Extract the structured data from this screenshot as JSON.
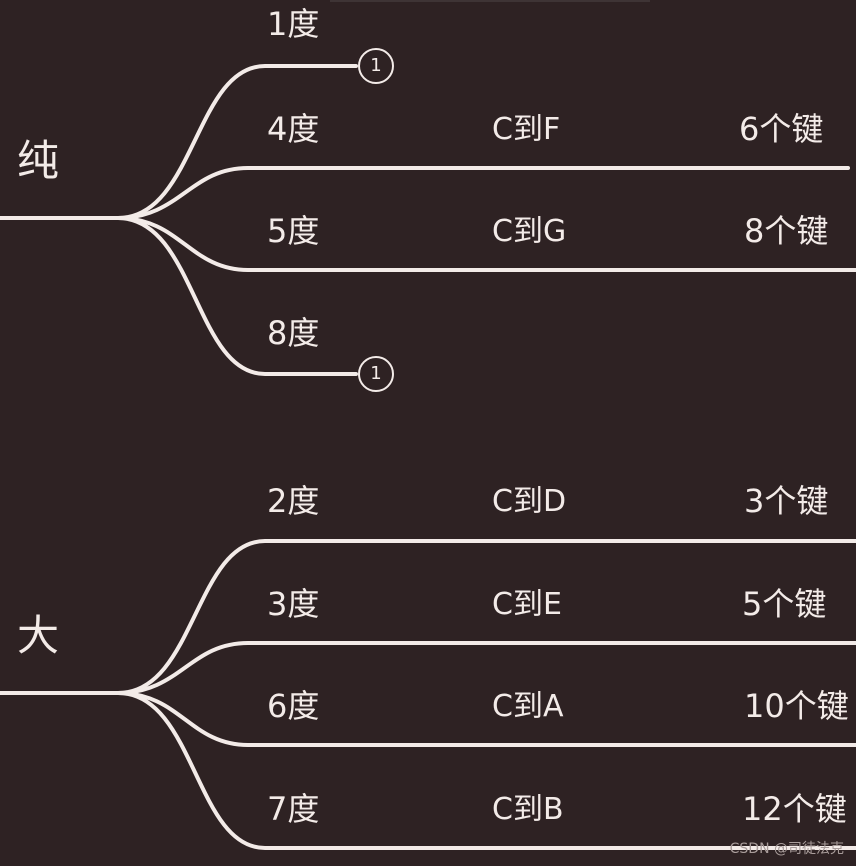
{
  "groups": [
    {
      "label": "纯",
      "rows": [
        {
          "degree": "1度",
          "collapsed_count": "1"
        },
        {
          "degree": "4度",
          "range": "C到F",
          "keys": "6个键"
        },
        {
          "degree": "5度",
          "range": "C到G",
          "keys": "8个键"
        },
        {
          "degree": "8度",
          "collapsed_count": "1"
        }
      ]
    },
    {
      "label": "大",
      "rows": [
        {
          "degree": "2度",
          "range": "C到D",
          "keys": "3个键"
        },
        {
          "degree": "3度",
          "range": "C到E",
          "keys": "5个键"
        },
        {
          "degree": "6度",
          "range": "C到A",
          "keys": "10个键"
        },
        {
          "degree": "7度",
          "range": "C到B",
          "keys": "12个键"
        }
      ]
    }
  ],
  "watermark": "CSDN @司徒法克",
  "colors": {
    "background": "#2e2223",
    "line": "#f3ebe8",
    "text": "#f3ebe8"
  }
}
